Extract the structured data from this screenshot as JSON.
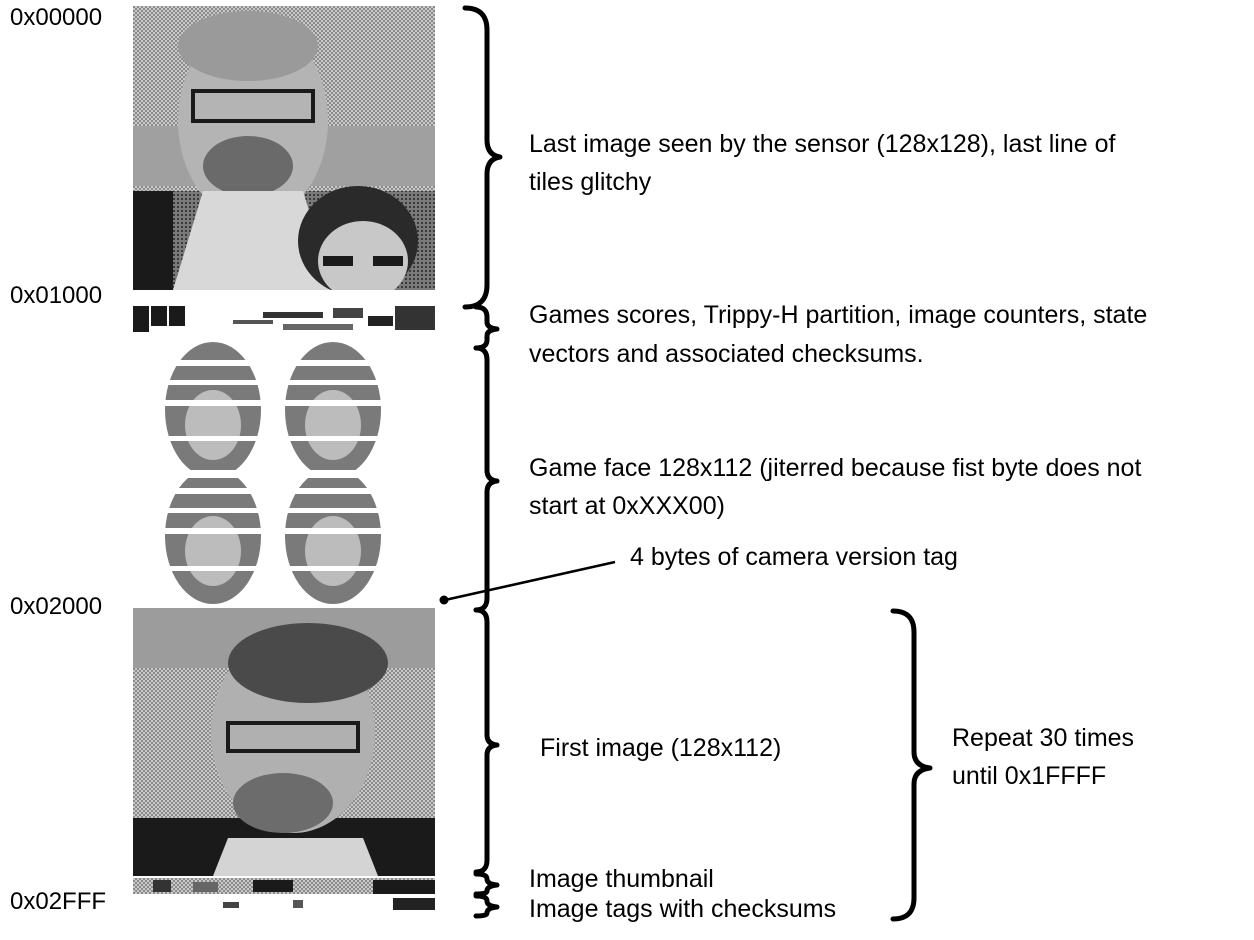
{
  "addresses": {
    "a0": "0x00000",
    "a1": "0x01000",
    "a2": "0x02000",
    "a3": "0x02FFF"
  },
  "labels": {
    "last_image_line1": "Last image seen by the sensor (128x128), last line of",
    "last_image_line2": "tiles glitchy",
    "scores_line1": "Games scores, Trippy-H partition, image counters, state",
    "scores_line2": "vectors and associated checksums.",
    "game_face_line1": "Game face 128x112 (jiterred because fist byte does not",
    "game_face_line2": "start at 0xXXX00)",
    "version_tag": "4 bytes of camera version tag",
    "first_image": "First image (128x112)",
    "repeat_line1": "Repeat 30 times",
    "repeat_line2": "until 0x1FFFF",
    "thumbnail": "Image thumbnail",
    "tags": "Image tags with checksums"
  },
  "colors": {
    "image_light": "#d2d2d2",
    "image_mid": "#a8a8a8",
    "image_dark": "#606060",
    "image_black": "#1a1a1a",
    "ink": "#000000"
  }
}
